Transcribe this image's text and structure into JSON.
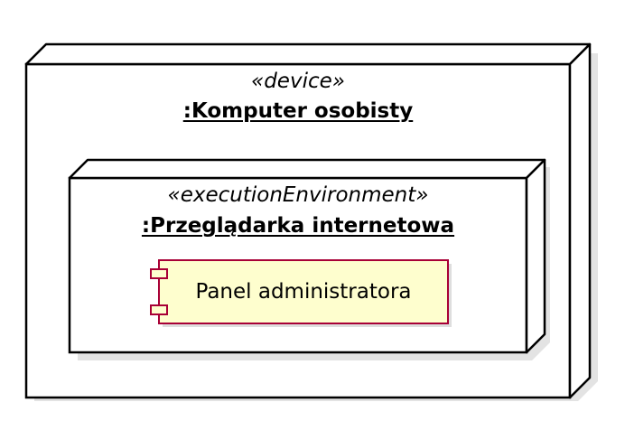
{
  "diagram": {
    "device_node": {
      "stereotype": "«device»",
      "name": ":Komputer osobisty"
    },
    "env_node": {
      "stereotype": "«executionEnvironment»",
      "name": ":Przeglądarka internetowa"
    },
    "component": {
      "label": "Panel administratora"
    }
  },
  "colors": {
    "node_border": "#000000",
    "node_fill": "#ffffff",
    "component_border": "#a80036",
    "component_fill": "#fefece",
    "shadow": "#d0d0d0"
  }
}
